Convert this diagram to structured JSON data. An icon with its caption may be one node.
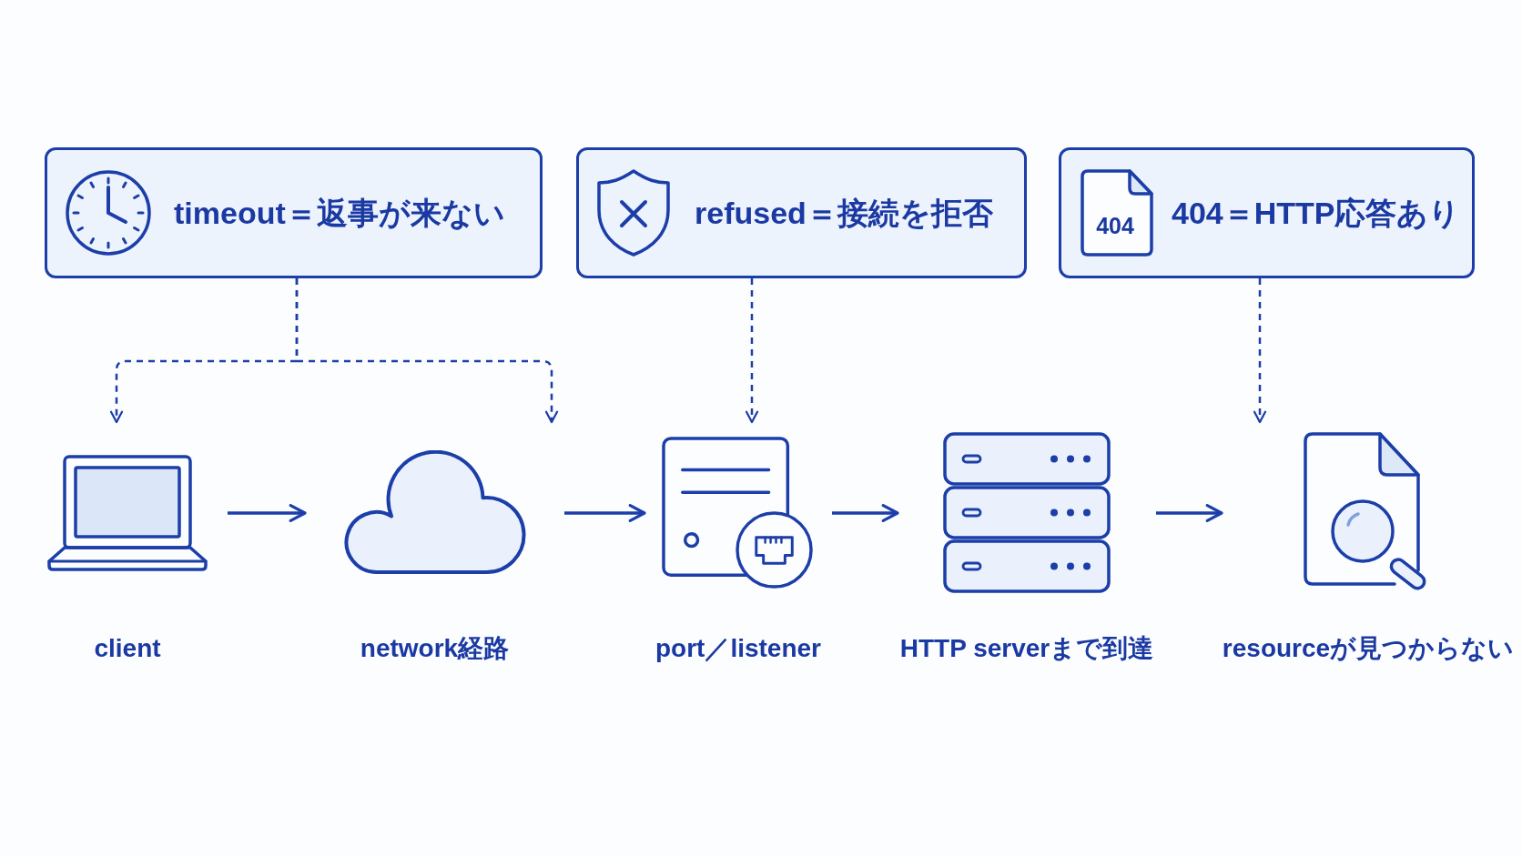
{
  "diagram": {
    "nodes": [
      {
        "text": [
          "timeout＝返事が来ない"
        ]
      },
      {
        "text": [
          "refused＝接続を拒否"
        ]
      },
      {
        "text": [
          "404＝HTTP応答あり"
        ]
      },
      {
        "text": [
          "404"
        ],
        "in": 2
      },
      {
        "text": [
          "client"
        ]
      },
      {
        "text": [
          "network経路"
        ]
      },
      {
        "text": [
          "port／listener"
        ]
      },
      {
        "text": [
          "HTTP serverまで到達"
        ]
      },
      {
        "text": [
          "resourceが見つからない"
        ]
      }
    ],
    "edges": [
      {
        "from": 4,
        "to": 5,
        "arrow": "to"
      },
      {
        "from": 5,
        "to": 6,
        "arrow": "to"
      },
      {
        "from": 6,
        "to": 7,
        "arrow": "to"
      },
      {
        "from": 7,
        "to": 8,
        "arrow": "to"
      },
      {
        "from": 0,
        "to": 4,
        "arrow": "to",
        "style": "dashed"
      },
      {
        "from": 0,
        "to": 5,
        "arrow": "to",
        "style": "dashed"
      },
      {
        "from": 1,
        "to": 6,
        "arrow": "to",
        "style": "dashed"
      },
      {
        "from": 2,
        "to": 8,
        "arrow": "to",
        "style": "dashed"
      }
    ]
  }
}
